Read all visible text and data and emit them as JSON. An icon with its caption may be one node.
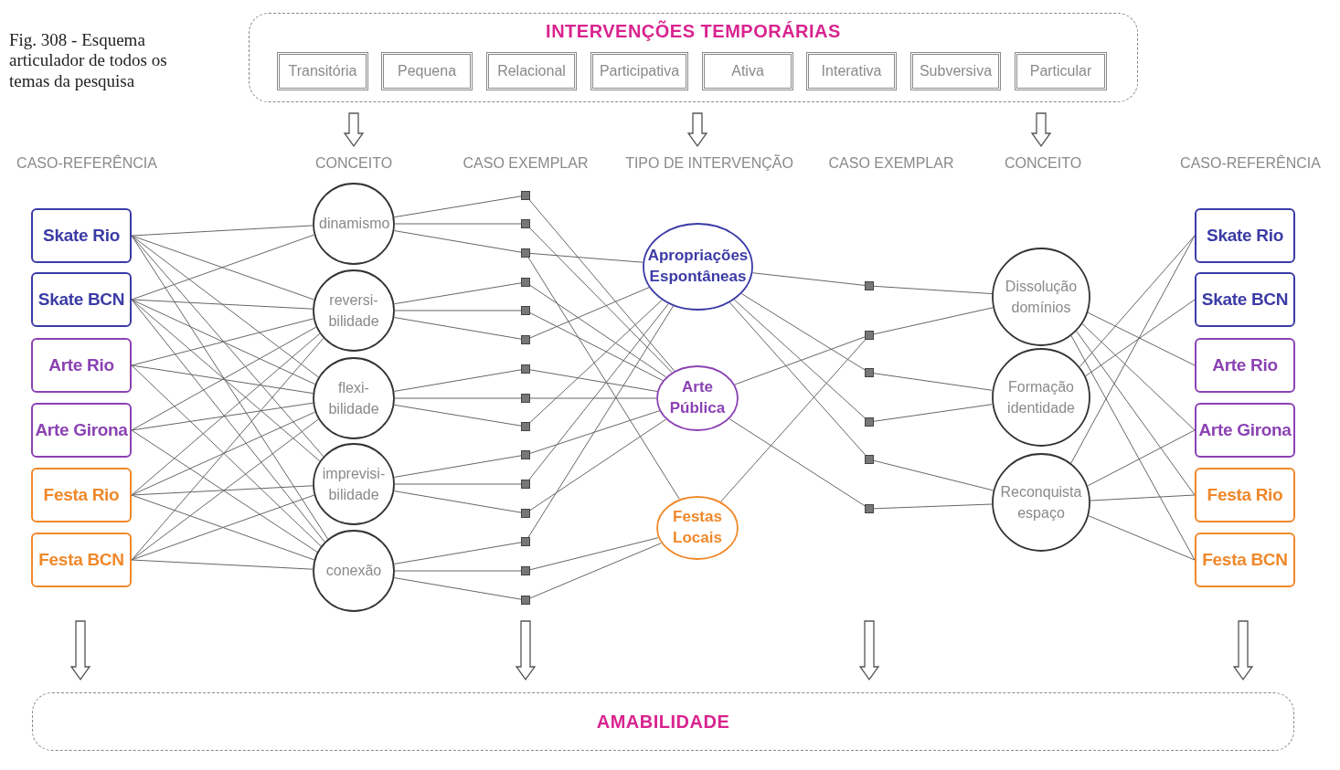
{
  "diagram": {
    "caption": "Fig. 308 - Esquema articulador de todos os temas da pesquisa",
    "nodes": [
      {
        "text": [
          "INTERVENÇÕES TEMPORÁRIAS"
        ]
      },
      {
        "text": [
          "Transitória"
        ],
        "in": 0
      },
      {
        "text": [
          "Pequena"
        ],
        "in": 0
      },
      {
        "text": [
          "Relacional"
        ],
        "in": 0
      },
      {
        "text": [
          "Participativa"
        ],
        "in": 0
      },
      {
        "text": [
          "Ativa"
        ],
        "in": 0
      },
      {
        "text": [
          "Interativa"
        ],
        "in": 0
      },
      {
        "text": [
          "Subversiva"
        ],
        "in": 0
      },
      {
        "text": [
          "Particular"
        ],
        "in": 0
      },
      {
        "text": [
          "Skate Rio"
        ]
      },
      {
        "text": [
          "Skate BCN"
        ]
      },
      {
        "text": [
          "Arte Rio"
        ]
      },
      {
        "text": [
          "Arte Girona"
        ]
      },
      {
        "text": [
          "Festa Rio"
        ]
      },
      {
        "text": [
          "Festa BCN"
        ]
      },
      {
        "text": [
          "dinamismo"
        ]
      },
      {
        "text": [
          "reversi- bilidade"
        ]
      },
      {
        "text": [
          "flexi- bilidade"
        ]
      },
      {
        "text": [
          "imprevisi- bilidade"
        ]
      },
      {
        "text": [
          "conexão"
        ]
      },
      {
        "text": [],
        "shape": "box"
      },
      {
        "text": [],
        "shape": "box"
      },
      {
        "text": [],
        "shape": "box"
      },
      {
        "text": [],
        "shape": "box"
      },
      {
        "text": [],
        "shape": "box"
      },
      {
        "text": [],
        "shape": "box"
      },
      {
        "text": [],
        "shape": "box"
      },
      {
        "text": [],
        "shape": "box"
      },
      {
        "text": [],
        "shape": "box"
      },
      {
        "text": [],
        "shape": "box"
      },
      {
        "text": [],
        "shape": "box"
      },
      {
        "text": [],
        "shape": "box"
      },
      {
        "text": [],
        "shape": "box"
      },
      {
        "text": [],
        "shape": "box"
      },
      {
        "text": [],
        "shape": "box"
      },
      {
        "text": [
          "Apropriações Espontâneas"
        ]
      },
      {
        "text": [
          "Arte Pública"
        ]
      },
      {
        "text": [
          "Festas Locais"
        ]
      },
      {
        "text": [],
        "shape": "box"
      },
      {
        "text": [],
        "shape": "box"
      },
      {
        "text": [],
        "shape": "box"
      },
      {
        "text": [],
        "shape": "box"
      },
      {
        "text": [],
        "shape": "box"
      },
      {
        "text": [],
        "shape": "box"
      },
      {
        "text": [
          "Dissolução domínios"
        ]
      },
      {
        "text": [
          "Formação identidade"
        ]
      },
      {
        "text": [
          "Reconquista espaço"
        ]
      },
      {
        "text": [
          "Skate Rio"
        ]
      },
      {
        "text": [
          "Skate BCN"
        ]
      },
      {
        "text": [
          "Arte Rio"
        ]
      },
      {
        "text": [
          "Arte Girona"
        ]
      },
      {
        "text": [
          "Festa Rio"
        ]
      },
      {
        "text": [
          "Festa BCN"
        ]
      },
      {
        "text": [
          "AMABILIDADE"
        ]
      }
    ],
    "edges": [
      {
        "from": 9,
        "to": 15,
        "arrow": "none"
      },
      {
        "from": 9,
        "to": 16,
        "arrow": "none"
      },
      {
        "from": 9,
        "to": 17,
        "arrow": "none"
      },
      {
        "from": 9,
        "to": 18,
        "arrow": "none"
      },
      {
        "from": 9,
        "to": 19,
        "arrow": "none"
      },
      {
        "from": 10,
        "to": 15,
        "arrow": "none"
      },
      {
        "from": 10,
        "to": 16,
        "arrow": "none"
      },
      {
        "from": 10,
        "to": 17,
        "arrow": "none"
      },
      {
        "from": 10,
        "to": 18,
        "arrow": "none"
      },
      {
        "from": 10,
        "to": 19,
        "arrow": "none"
      },
      {
        "from": 11,
        "to": 16,
        "arrow": "none"
      },
      {
        "from": 11,
        "to": 17,
        "arrow": "none"
      },
      {
        "from": 11,
        "to": 19,
        "arrow": "none"
      },
      {
        "from": 12,
        "to": 16,
        "arrow": "none"
      },
      {
        "from": 12,
        "to": 17,
        "arrow": "none"
      },
      {
        "from": 12,
        "to": 19,
        "arrow": "none"
      },
      {
        "from": 13,
        "to": 16,
        "arrow": "none"
      },
      {
        "from": 13,
        "to": 17,
        "arrow": "none"
      },
      {
        "from": 13,
        "to": 18,
        "arrow": "none"
      },
      {
        "from": 13,
        "to": 19,
        "arrow": "none"
      },
      {
        "from": 14,
        "to": 16,
        "arrow": "none"
      },
      {
        "from": 14,
        "to": 17,
        "arrow": "none"
      },
      {
        "from": 14,
        "to": 18,
        "arrow": "none"
      },
      {
        "from": 14,
        "to": 19,
        "arrow": "none"
      },
      {
        "from": 15,
        "to": 20,
        "arrow": "none"
      },
      {
        "from": 15,
        "to": 21,
        "arrow": "none"
      },
      {
        "from": 15,
        "to": 22,
        "arrow": "none"
      },
      {
        "from": 16,
        "to": 23,
        "arrow": "none"
      },
      {
        "from": 16,
        "to": 24,
        "arrow": "none"
      },
      {
        "from": 16,
        "to": 25,
        "arrow": "none"
      },
      {
        "from": 17,
        "to": 26,
        "arrow": "none"
      },
      {
        "from": 17,
        "to": 27,
        "arrow": "none"
      },
      {
        "from": 17,
        "to": 28,
        "arrow": "none"
      },
      {
        "from": 18,
        "to": 29,
        "arrow": "none"
      },
      {
        "from": 18,
        "to": 30,
        "arrow": "none"
      },
      {
        "from": 18,
        "to": 31,
        "arrow": "none"
      },
      {
        "from": 19,
        "to": 32,
        "arrow": "none"
      },
      {
        "from": 19,
        "to": 33,
        "arrow": "none"
      },
      {
        "from": 19,
        "to": 34,
        "arrow": "none"
      },
      {
        "from": 20,
        "to": 36,
        "arrow": "none"
      },
      {
        "from": 21,
        "to": 36,
        "arrow": "none"
      },
      {
        "from": 22,
        "to": 35,
        "arrow": "none"
      },
      {
        "from": 22,
        "to": 37,
        "arrow": "none"
      },
      {
        "from": 23,
        "to": 36,
        "arrow": "none"
      },
      {
        "from": 24,
        "to": 36,
        "arrow": "none"
      },
      {
        "from": 25,
        "to": 35,
        "arrow": "none"
      },
      {
        "from": 26,
        "to": 36,
        "arrow": "none"
      },
      {
        "from": 27,
        "to": 36,
        "arrow": "none"
      },
      {
        "from": 28,
        "to": 35,
        "arrow": "none"
      },
      {
        "from": 29,
        "to": 36,
        "arrow": "none"
      },
      {
        "from": 30,
        "to": 35,
        "arrow": "none"
      },
      {
        "from": 31,
        "to": 36,
        "arrow": "none"
      },
      {
        "from": 32,
        "to": 35,
        "arrow": "none"
      },
      {
        "from": 33,
        "to": 37,
        "arrow": "none"
      },
      {
        "from": 34,
        "to": 37,
        "arrow": "none"
      },
      {
        "from": 35,
        "to": 38,
        "arrow": "none"
      },
      {
        "from": 35,
        "to": 40,
        "arrow": "none"
      },
      {
        "from": 35,
        "to": 41,
        "arrow": "none"
      },
      {
        "from": 35,
        "to": 42,
        "arrow": "none"
      },
      {
        "from": 36,
        "to": 39,
        "arrow": "none"
      },
      {
        "from": 36,
        "to": 43,
        "arrow": "none"
      },
      {
        "from": 37,
        "to": 39,
        "arrow": "none"
      },
      {
        "from": 38,
        "to": 44,
        "arrow": "none"
      },
      {
        "from": 39,
        "to": 44,
        "arrow": "none"
      },
      {
        "from": 40,
        "to": 45,
        "arrow": "none"
      },
      {
        "from": 41,
        "to": 45,
        "arrow": "none"
      },
      {
        "from": 42,
        "to": 46,
        "arrow": "none"
      },
      {
        "from": 43,
        "to": 46,
        "arrow": "none"
      },
      {
        "from": 44,
        "to": 49,
        "arrow": "none"
      },
      {
        "from": 44,
        "to": 50,
        "arrow": "none"
      },
      {
        "from": 44,
        "to": 51,
        "arrow": "none"
      },
      {
        "from": 44,
        "to": 52,
        "arrow": "none"
      },
      {
        "from": 45,
        "to": 47,
        "arrow": "none"
      },
      {
        "from": 45,
        "to": 48,
        "arrow": "none"
      },
      {
        "from": 46,
        "to": 47,
        "arrow": "none"
      },
      {
        "from": 46,
        "to": 50,
        "arrow": "none"
      },
      {
        "from": 46,
        "to": 51,
        "arrow": "none"
      },
      {
        "from": 46,
        "to": 52,
        "arrow": "none"
      },
      {
        "from": 0,
        "to": null,
        "arrow": "to"
      },
      {
        "from": 0,
        "to": null,
        "arrow": "to"
      },
      {
        "from": 0,
        "to": null,
        "arrow": "to"
      },
      {
        "from": null,
        "to": 53,
        "arrow": "to"
      },
      {
        "from": null,
        "to": 53,
        "arrow": "to"
      },
      {
        "from": null,
        "to": 53,
        "arrow": "to"
      },
      {
        "from": null,
        "to": 53,
        "arrow": "to"
      }
    ],
    "labels": [
      "CASO-REFERÊNCIA",
      "CONCEITO",
      "CASO EXEMPLAR",
      "TIPO DE INTERVENÇÃO",
      "CASO EXEMPLAR",
      "CONCEITO",
      "CASO-REFERÊNCIA"
    ]
  }
}
